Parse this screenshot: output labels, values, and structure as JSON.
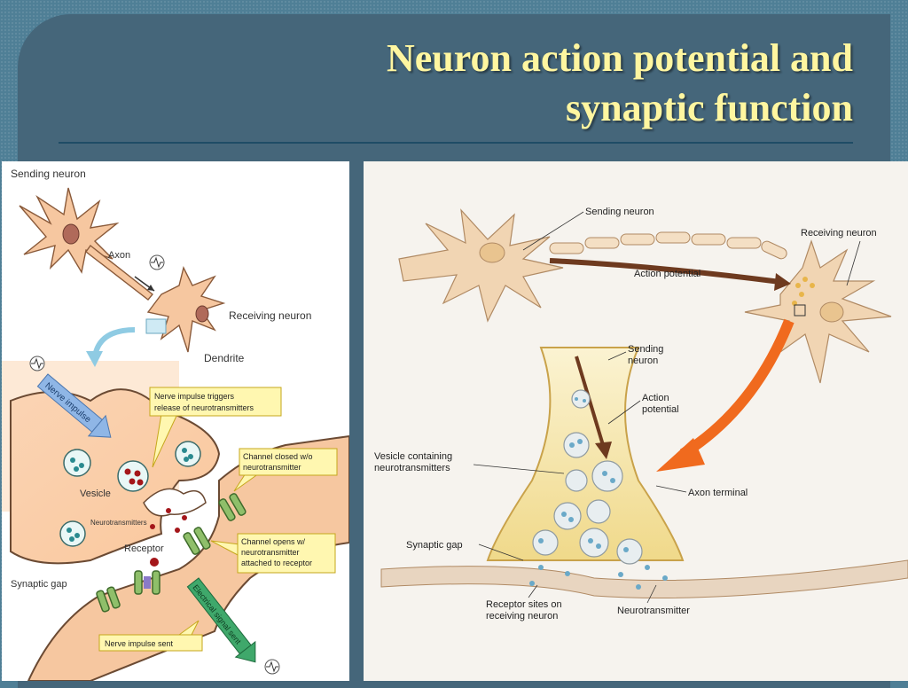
{
  "slide": {
    "title_line1": "Neuron action potential and",
    "title_line2": "synaptic function"
  },
  "left_diagram": {
    "sending_neuron": "Sending neuron",
    "axon": "Axon",
    "receiving_neuron": "Receiving neuron",
    "dendrite": "Dendrite",
    "nerve_impulse": "Nerve impulse",
    "callout_trigger_1": "Nerve impulse triggers",
    "callout_trigger_2": "release of neurotransmitters",
    "callout_closed_1": "Channel closed w/o",
    "callout_closed_2": "neurotransmitter",
    "vesicle": "Vesicle",
    "neurotransmitters": "Neurotransmitters",
    "callout_opens_1": "Channel opens w/",
    "callout_opens_2": "neurotransmitter",
    "callout_opens_3": "attached to receptor",
    "receptor": "Receptor",
    "synaptic_gap": "Synaptic gap",
    "electrical_signal": "Electrical signal sent",
    "callout_sent": "Nerve impulse sent"
  },
  "right_diagram": {
    "sending_neuron": "Sending neuron",
    "receiving_neuron": "Receiving neuron",
    "action_potential": "Action potential",
    "zoom_sending_1": "Sending",
    "zoom_sending_2": "neuron",
    "zoom_action_1": "Action",
    "zoom_action_2": "potential",
    "vesicle_1": "Vesicle containing",
    "vesicle_2": "neurotransmitters",
    "axon_terminal": "Axon terminal",
    "synaptic_gap": "Synaptic gap",
    "receptor_1": "Receptor sites on",
    "receptor_2": "receiving neuron",
    "neurotransmitter": "Neurotransmitter"
  }
}
